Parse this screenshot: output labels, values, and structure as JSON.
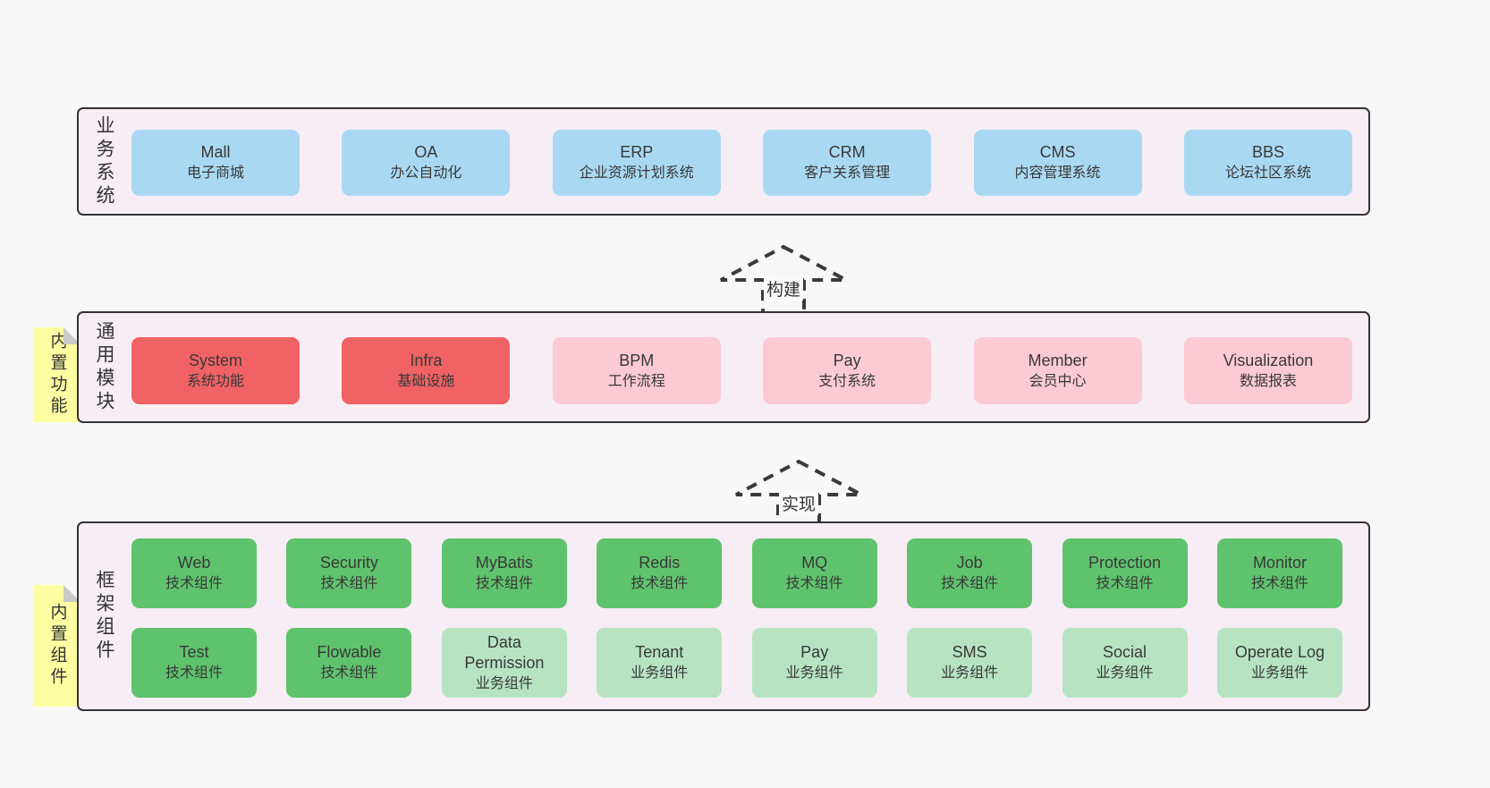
{
  "layers": [
    {
      "label": "业务系统",
      "boxes": [
        {
          "en": "Mall",
          "zh": "电子商城"
        },
        {
          "en": "OA",
          "zh": "办公自动化"
        },
        {
          "en": "ERP",
          "zh": "企业资源计划系统"
        },
        {
          "en": "CRM",
          "zh": "客户关系管理"
        },
        {
          "en": "CMS",
          "zh": "内容管理系统"
        },
        {
          "en": "BBS",
          "zh": "论坛社区系统"
        }
      ]
    },
    {
      "label": "通用模块",
      "tab": "内置功能",
      "boxes": [
        {
          "en": "System",
          "zh": "系统功能"
        },
        {
          "en": "Infra",
          "zh": "基础设施"
        },
        {
          "en": "BPM",
          "zh": "工作流程"
        },
        {
          "en": "Pay",
          "zh": "支付系统"
        },
        {
          "en": "Member",
          "zh": "会员中心"
        },
        {
          "en": "Visualization",
          "zh": "数据报表"
        }
      ]
    },
    {
      "label": "框架组件",
      "tab": "内置组件",
      "row1": [
        {
          "en": "Web",
          "zh": "技术组件"
        },
        {
          "en": "Security",
          "zh": "技术组件"
        },
        {
          "en": "MyBatis",
          "zh": "技术组件"
        },
        {
          "en": "Redis",
          "zh": "技术组件"
        },
        {
          "en": "MQ",
          "zh": "技术组件"
        },
        {
          "en": "Job",
          "zh": "技术组件"
        },
        {
          "en": "Protection",
          "zh": "技术组件"
        },
        {
          "en": "Monitor",
          "zh": "技术组件"
        }
      ],
      "row2": [
        {
          "en": "Test",
          "zh": "技术组件"
        },
        {
          "en": "Flowable",
          "zh": "技术组件"
        },
        {
          "en": "Data Permission",
          "zh": "业务组件"
        },
        {
          "en": "Tenant",
          "zh": "业务组件"
        },
        {
          "en": "Pay",
          "zh": "业务组件"
        },
        {
          "en": "SMS",
          "zh": "业务组件"
        },
        {
          "en": "Social",
          "zh": "业务组件"
        },
        {
          "en": "Operate Log",
          "zh": "业务组件"
        }
      ]
    }
  ],
  "arrows": [
    {
      "label": "构建"
    },
    {
      "label": "实现"
    }
  ],
  "colors": {
    "page_background": "#f8f8f8",
    "layer_fill": "#f7edf5",
    "outline": "#333333",
    "business_box": "#a9d9f2",
    "core_module_box": "#f06263",
    "extension_module_box": "#fccad4",
    "tech_component_box": "#5fc36d",
    "biz_component_box": "#b7e3c1",
    "sticky_note": "#fdfda1",
    "sticky_note_fold": "#c9c9c9",
    "text": "#383838"
  }
}
